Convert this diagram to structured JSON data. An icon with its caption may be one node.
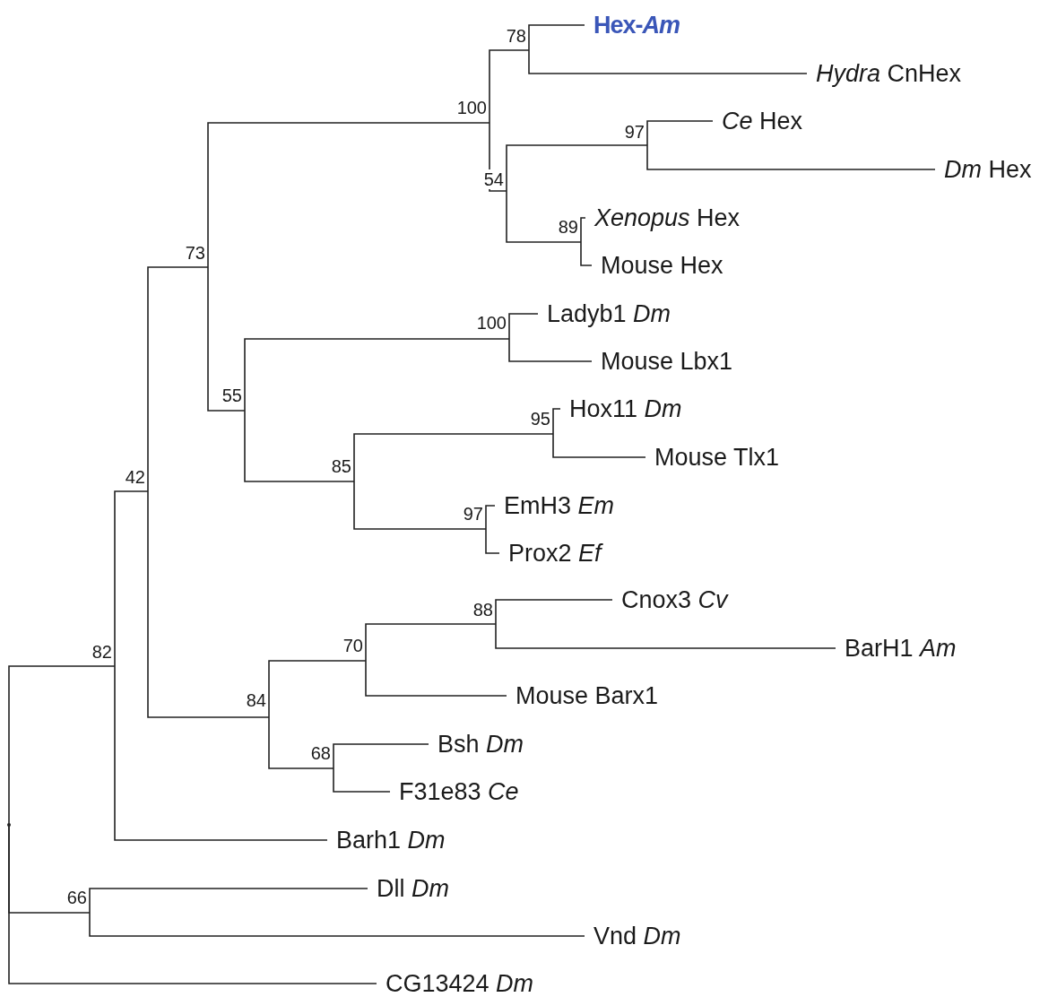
{
  "diagram": {
    "nodes": [
      {
        "text": [],
        "shape": "point"
      },
      {
        "text": [
          "82"
        ]
      },
      {
        "text": [
          "42"
        ]
      },
      {
        "text": [
          "73"
        ]
      },
      {
        "text": [
          "100"
        ]
      },
      {
        "text": [
          "78"
        ]
      },
      {
        "text": [
          "Hex-*Am*"
        ]
      },
      {
        "text": [
          "*Hydra* CnHex"
        ]
      },
      {
        "text": [
          "54"
        ]
      },
      {
        "text": [
          "97"
        ]
      },
      {
        "text": [
          "*Ce* Hex"
        ]
      },
      {
        "text": [
          "*Dm* Hex"
        ]
      },
      {
        "text": [
          "89"
        ]
      },
      {
        "text": [
          "*Xenopus* Hex"
        ]
      },
      {
        "text": [
          "Mouse Hex"
        ]
      },
      {
        "text": [
          "55"
        ]
      },
      {
        "text": [
          "100"
        ]
      },
      {
        "text": [
          "Ladyb1 *Dm*"
        ]
      },
      {
        "text": [
          "Mouse Lbx1"
        ]
      },
      {
        "text": [
          "85"
        ]
      },
      {
        "text": [
          "95"
        ]
      },
      {
        "text": [
          "Hox11 *Dm*"
        ]
      },
      {
        "text": [
          "Mouse Tlx1"
        ]
      },
      {
        "text": [
          "97"
        ]
      },
      {
        "text": [
          "EmH3 *Em*"
        ]
      },
      {
        "text": [
          "Prox2 *Ef*"
        ]
      },
      {
        "text": [
          "84"
        ]
      },
      {
        "text": [
          "70"
        ]
      },
      {
        "text": [
          "88"
        ]
      },
      {
        "text": [
          "Cnox3 *Cv*"
        ]
      },
      {
        "text": [
          "BarH1 *Am*"
        ]
      },
      {
        "text": [
          "Mouse Barx1"
        ]
      },
      {
        "text": [
          "68"
        ]
      },
      {
        "text": [
          "Bsh *Dm*"
        ]
      },
      {
        "text": [
          "F31e83 *Ce*"
        ]
      },
      {
        "text": [
          "Barh1 *Dm*"
        ]
      },
      {
        "text": [
          "66"
        ]
      },
      {
        "text": [
          "Dll *Dm*"
        ]
      },
      {
        "text": [
          "Vnd *Dm*"
        ]
      },
      {
        "text": [
          "CG13424 *Dm*"
        ]
      }
    ],
    "edges": [
      {
        "from": 0,
        "to": 1,
        "arrow": "none"
      },
      {
        "from": 0,
        "to": 36,
        "arrow": "none"
      },
      {
        "from": 0,
        "to": 39,
        "arrow": "none"
      },
      {
        "from": 1,
        "to": 2,
        "arrow": "none"
      },
      {
        "from": 1,
        "to": 35,
        "arrow": "none"
      },
      {
        "from": 2,
        "to": 3,
        "arrow": "none"
      },
      {
        "from": 2,
        "to": 26,
        "arrow": "none"
      },
      {
        "from": 3,
        "to": 4,
        "arrow": "none"
      },
      {
        "from": 3,
        "to": 15,
        "arrow": "none"
      },
      {
        "from": 4,
        "to": 5,
        "arrow": "none"
      },
      {
        "from": 4,
        "to": 8,
        "arrow": "none"
      },
      {
        "from": 5,
        "to": 6,
        "arrow": "none"
      },
      {
        "from": 5,
        "to": 7,
        "arrow": "none"
      },
      {
        "from": 8,
        "to": 9,
        "arrow": "none"
      },
      {
        "from": 8,
        "to": 12,
        "arrow": "none"
      },
      {
        "from": 9,
        "to": 10,
        "arrow": "none"
      },
      {
        "from": 9,
        "to": 11,
        "arrow": "none"
      },
      {
        "from": 12,
        "to": 13,
        "arrow": "none"
      },
      {
        "from": 12,
        "to": 14,
        "arrow": "none"
      },
      {
        "from": 15,
        "to": 16,
        "arrow": "none"
      },
      {
        "from": 15,
        "to": 19,
        "arrow": "none"
      },
      {
        "from": 16,
        "to": 17,
        "arrow": "none"
      },
      {
        "from": 16,
        "to": 18,
        "arrow": "none"
      },
      {
        "from": 19,
        "to": 20,
        "arrow": "none"
      },
      {
        "from": 19,
        "to": 23,
        "arrow": "none"
      },
      {
        "from": 20,
        "to": 21,
        "arrow": "none"
      },
      {
        "from": 20,
        "to": 22,
        "arrow": "none"
      },
      {
        "from": 23,
        "to": 24,
        "arrow": "none"
      },
      {
        "from": 23,
        "to": 25,
        "arrow": "none"
      },
      {
        "from": 26,
        "to": 27,
        "arrow": "none"
      },
      {
        "from": 26,
        "to": 32,
        "arrow": "none"
      },
      {
        "from": 27,
        "to": 28,
        "arrow": "none"
      },
      {
        "from": 27,
        "to": 31,
        "arrow": "none"
      },
      {
        "from": 28,
        "to": 29,
        "arrow": "none"
      },
      {
        "from": 28,
        "to": 30,
        "arrow": "none"
      },
      {
        "from": 32,
        "to": 33,
        "arrow": "none"
      },
      {
        "from": 32,
        "to": 34,
        "arrow": "none"
      },
      {
        "from": 36,
        "to": 37,
        "arrow": "none"
      },
      {
        "from": 36,
        "to": 38,
        "arrow": "none"
      }
    ]
  }
}
